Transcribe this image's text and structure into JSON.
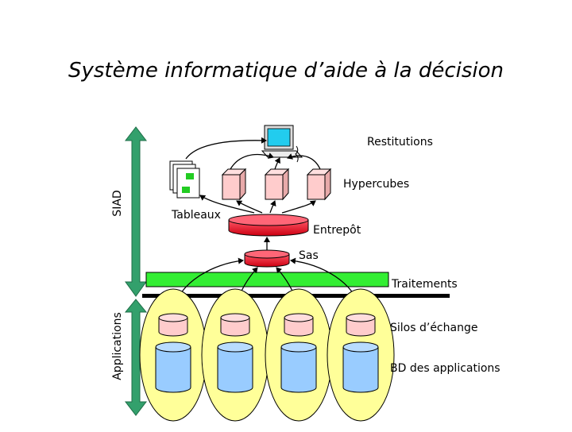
{
  "title": "Système informatique d’aide à la décision",
  "labels": {
    "restitutions": "Restitutions",
    "hypercubes": "Hypercubes",
    "tableaux": "Tableaux",
    "entrepot": "Entrepôt",
    "sas": "Sas",
    "traitements": "Traitements",
    "silos": "Silos d’échange",
    "bd": "BD des applications",
    "siad": "SIAD",
    "applications": "Applications"
  },
  "colors": {
    "arrow_green": "#33a06c",
    "traitements_bar": "#33ee33",
    "bus": "#000000",
    "warehouse_red": "#ee1122",
    "cube_pink": "#ffcccc",
    "silo_pink": "#ffcccc",
    "db_blue": "#99ccff",
    "app_oval": "#ffff99",
    "monitor_screen": "#22ccee"
  },
  "icons": {
    "workstation": "computer-icon",
    "reports": "document-stack-icon"
  }
}
